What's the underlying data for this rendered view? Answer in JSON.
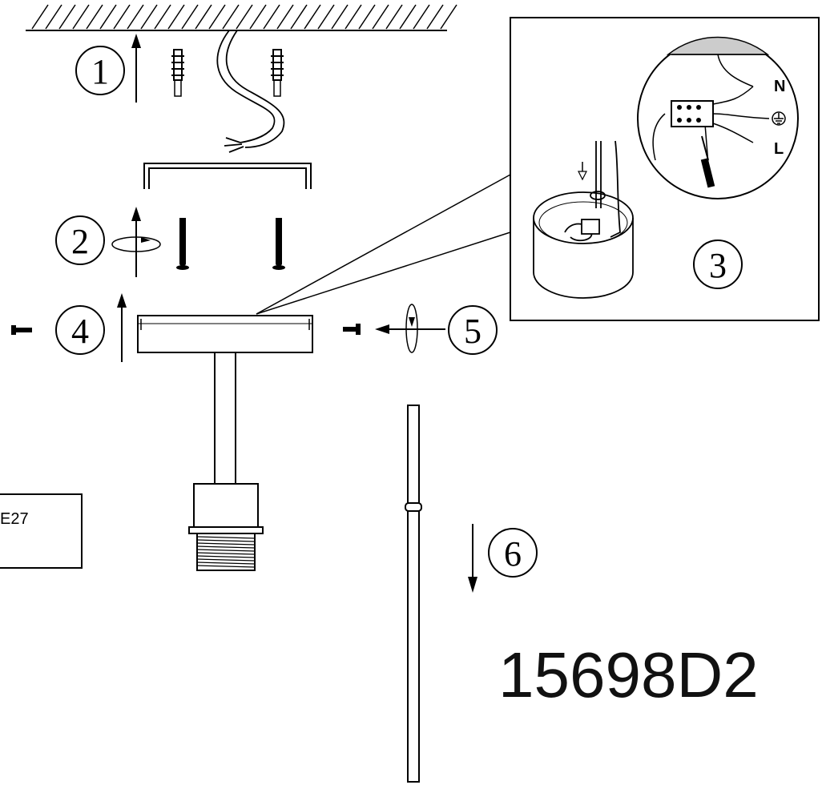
{
  "steps": [
    "1",
    "2",
    "3",
    "4",
    "5",
    "6"
  ],
  "socket_label": "E27",
  "wire_labels": {
    "neutral": "N",
    "live": "L",
    "earth_icon": "earth-ground-symbol"
  },
  "model_number": "15698D2"
}
